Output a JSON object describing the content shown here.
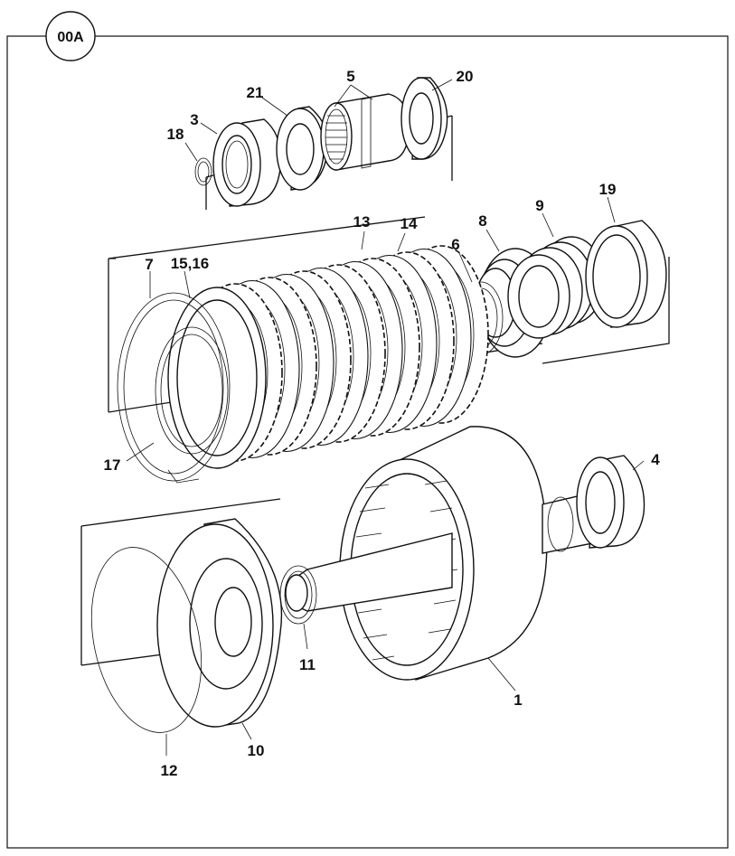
{
  "diagram": {
    "badge": "00A",
    "labels": {
      "p1": "1",
      "p3": "3",
      "p4": "4",
      "p5": "5",
      "p6": "6",
      "p7": "7",
      "p8": "8",
      "p9": "9",
      "p10": "10",
      "p11": "11",
      "p12": "12",
      "p13": "13",
      "p14": "14",
      "p15_16": "15,16",
      "p17": "17",
      "p18": "18",
      "p19": "19",
      "p20": "20",
      "p21": "21"
    }
  }
}
